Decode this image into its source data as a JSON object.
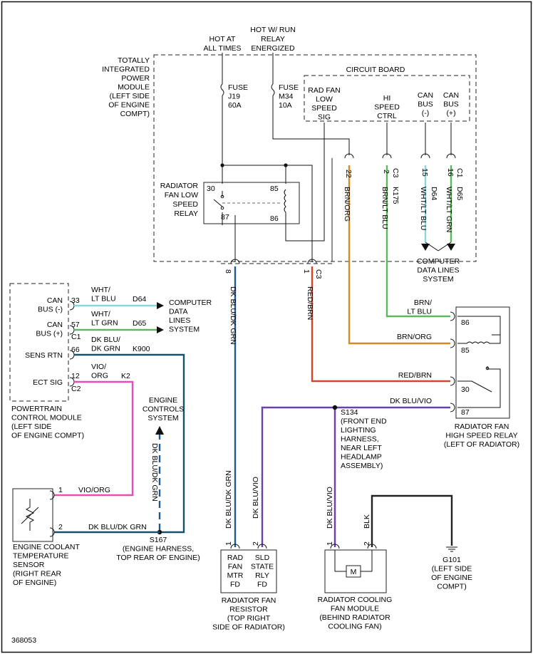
{
  "labels": {
    "hot_at_all_times": [
      "HOT AT",
      "ALL TIMES"
    ],
    "hot_w_run": [
      "HOT W/ RUN",
      "RELAY",
      "ENERGIZED"
    ],
    "tipm": [
      "TOTALLY",
      "INTEGRATED",
      "POWER",
      "MODULE",
      "(LEFT SIDE",
      "OF ENGINE",
      "COMPT)"
    ],
    "circuit_board": "CIRCUIT BOARD",
    "fuse_j19": [
      "FUSE",
      "J19",
      "60A"
    ],
    "fuse_m34": [
      "FUSE",
      "M34",
      "10A"
    ],
    "rad_fan_low_speed_sig": [
      "RAD FAN",
      "LOW",
      "SPEED",
      "SIG"
    ],
    "hi_speed_ctrl": [
      "HI",
      "SPEED",
      "CTRL"
    ],
    "can_bus_minus": [
      "CAN",
      "BUS",
      "(-)"
    ],
    "can_bus_plus": [
      "CAN",
      "BUS",
      "(+)"
    ],
    "low_speed_relay": [
      "RADIATOR",
      "FAN LOW",
      "SPEED",
      "RELAY"
    ],
    "relay_pins": {
      "p30": "30",
      "p85": "85",
      "p87": "87",
      "p86": "86"
    },
    "tipm_pins": {
      "p22": "22",
      "p2": "2",
      "c3": "C3",
      "p15": "15",
      "p16": "16",
      "c1": "C1",
      "p8": "8",
      "p1": "1",
      "c3b": "C3"
    },
    "wire_brn_org": "BRN/ORG",
    "wire_brn_ltblu": "BRN/LT BLU",
    "k175": "K175",
    "wire_wht_ltblu": "WHT/LT BLU",
    "d64": "D64",
    "wire_wht_ltgrn": "WHT/LT GRN",
    "d65": "D65",
    "computer_data_lines_system": [
      "COMPUTER",
      "DATA LINES",
      "SYSTEM"
    ],
    "wire_dk_blu_dk_grn": "DK BLU/DK GRN",
    "wire_red_brn": "RED/BRN",
    "pcm": {
      "can_bus_minus": [
        "CAN",
        "BUS (-)"
      ],
      "can_bus_plus": [
        "CAN",
        "BUS (+)"
      ],
      "sens_rtn": "SENS RTN",
      "ect_sig": "ECT SIG",
      "pin33": "33",
      "pin57": "57",
      "c1": "C1",
      "pin66": "66",
      "pin12": "12",
      "c2": "C2",
      "title": [
        "POWERTRAIN",
        "CONTROL MODULE",
        "(LEFT SIDE",
        "OF ENGINE COMPT)"
      ]
    },
    "pcm_wires": {
      "wht_ltblu": [
        "WHT/",
        "LT BLU"
      ],
      "d64": "D64",
      "wht_ltgrn": [
        "WHT/",
        "LT GRN"
      ],
      "d65": "D65",
      "dkblu_dkgrn": [
        "DK BLU/",
        "DK GRN"
      ],
      "k900": "K900",
      "vio_org": [
        "VIO/",
        "ORG"
      ],
      "k2": "K2"
    },
    "computer_data_lines_system_left": [
      "COMPUTER",
      "DATA",
      "LINES",
      "SYSTEM"
    ],
    "engine_controls_system": [
      "ENGINE",
      "CONTROLS",
      "SYSTEM"
    ],
    "hs_relay_wires": {
      "brn_ltblu": [
        "BRN/",
        "LT BLU"
      ],
      "brn_org": "BRN/ORG",
      "red_brn": "RED/BRN",
      "dk_blu_vio": "DK BLU/VIO"
    },
    "hs_relay_pins": {
      "p86": "86",
      "p85": "85",
      "p30": "30",
      "p87": "87"
    },
    "hs_relay_title": [
      "RADIATOR FAN",
      "HIGH SPEED RELAY",
      "(LEFT OF RADIATOR)"
    ],
    "s134": [
      "S134",
      "(FRONT END",
      "LIGHTING",
      "HARNESS,",
      "NEAR LEFT",
      "HEADLAMP",
      "ASSEMBLY)"
    ],
    "ect_sensor": {
      "pin1": "1",
      "pin2": "2",
      "vio_org": "VIO/ORG",
      "dkblu_dkgrn": "DK BLU/DK GRN",
      "title": [
        "ENGINE COOLANT",
        "TEMPERATURE",
        "SENSOR",
        "(RIGHT REAR",
        "OF ENGINE)"
      ]
    },
    "s167": [
      "S167",
      "(ENGINE HARNESS,",
      "TOP REAR OF ENGINE)"
    ],
    "resistor": {
      "pin1": "1",
      "pin2": "2",
      "wire_dkblu_dkgrn": "DK BLU/DK GRN",
      "wire_dkblu_vio": "DK BLU/VIO",
      "left": [
        "RAD",
        "FAN",
        "MTR",
        "FD"
      ],
      "right": [
        "SLD",
        "STATE",
        "RLY",
        "FD"
      ],
      "title": [
        "RADIATOR FAN",
        "RESISTOR",
        "(TOP RIGHT",
        "SIDE OF RADIATOR)"
      ]
    },
    "fan_module": {
      "pin1": "1",
      "pin2": "2",
      "wire_dkblu_vio": "DK BLU/VIO",
      "wire_blk": "BLK",
      "motor": "M",
      "title": [
        "RADIATOR COOLING",
        "FAN MODULE",
        "(BEHIND RADIATOR",
        "COOLING FAN)"
      ]
    },
    "g101": [
      "G101",
      "(LEFT SIDE",
      "OF ENGINE",
      "COMPT)"
    ],
    "figure_id": "368053"
  },
  "colors": {
    "dk_blu": "#1f5a96",
    "purple": "#6a3fb0",
    "red": "#d84226",
    "orange": "#d38c22",
    "green": "#5db85d",
    "cyan": "#86d7e0",
    "pink": "#ea4db6",
    "teal": "#16536b"
  }
}
